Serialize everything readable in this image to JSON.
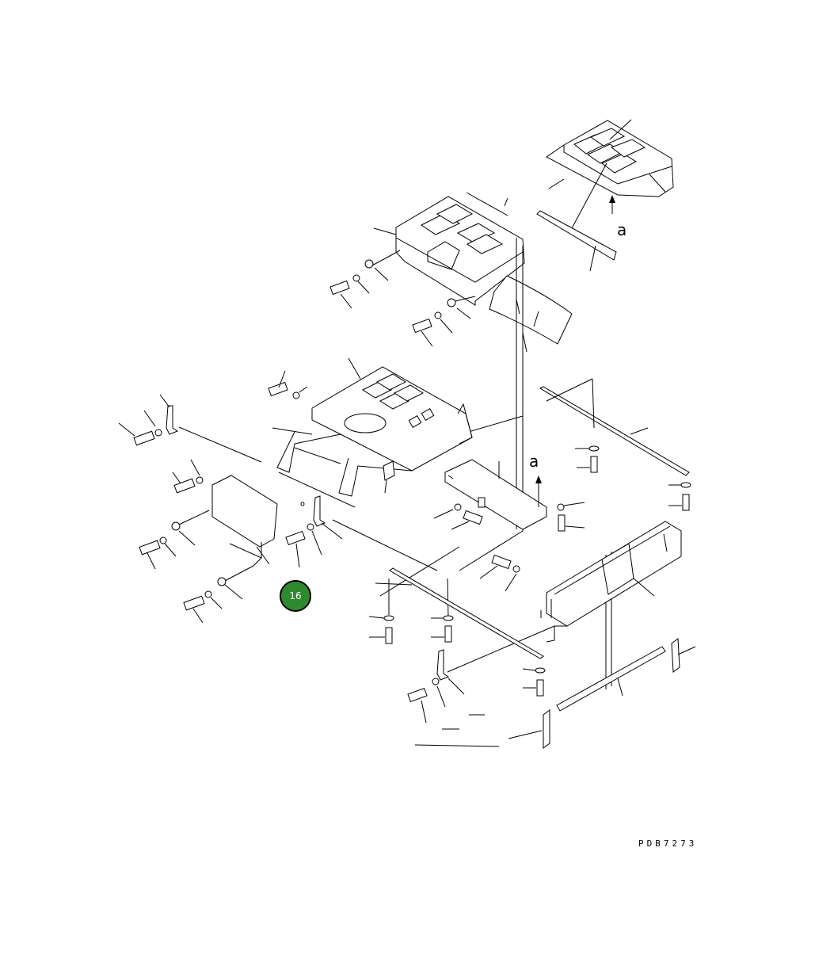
{
  "diagram": {
    "view_marker_top": "a",
    "view_marker_mid": "a",
    "drawing_code": "PDB7273",
    "callout": {
      "label": "16",
      "color": "#2f8a2f"
    }
  }
}
